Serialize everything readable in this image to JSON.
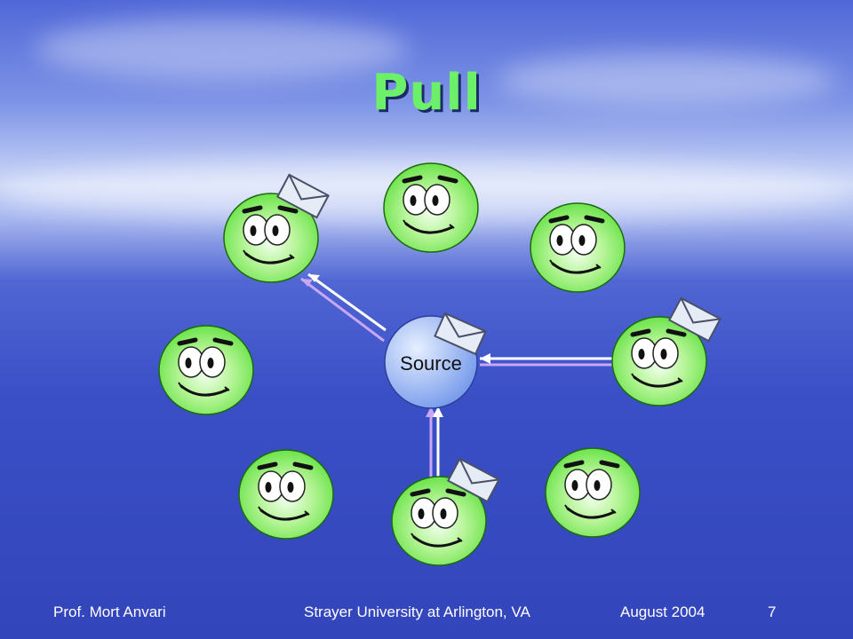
{
  "title": "Pull",
  "source_label": "Source",
  "colors": {
    "face_fill": "#66e84a",
    "face_highlight": "#f2fff0",
    "source_fill": "#8fb2f5",
    "arrow_white": "#ffffff",
    "arrow_purple": "#c9a7f6",
    "title": "#6cf06a"
  },
  "footer": {
    "author": "Prof. Mort Anvari",
    "institution": "Strayer University at Arlington, VA",
    "date": "August 2004",
    "page": "7"
  }
}
